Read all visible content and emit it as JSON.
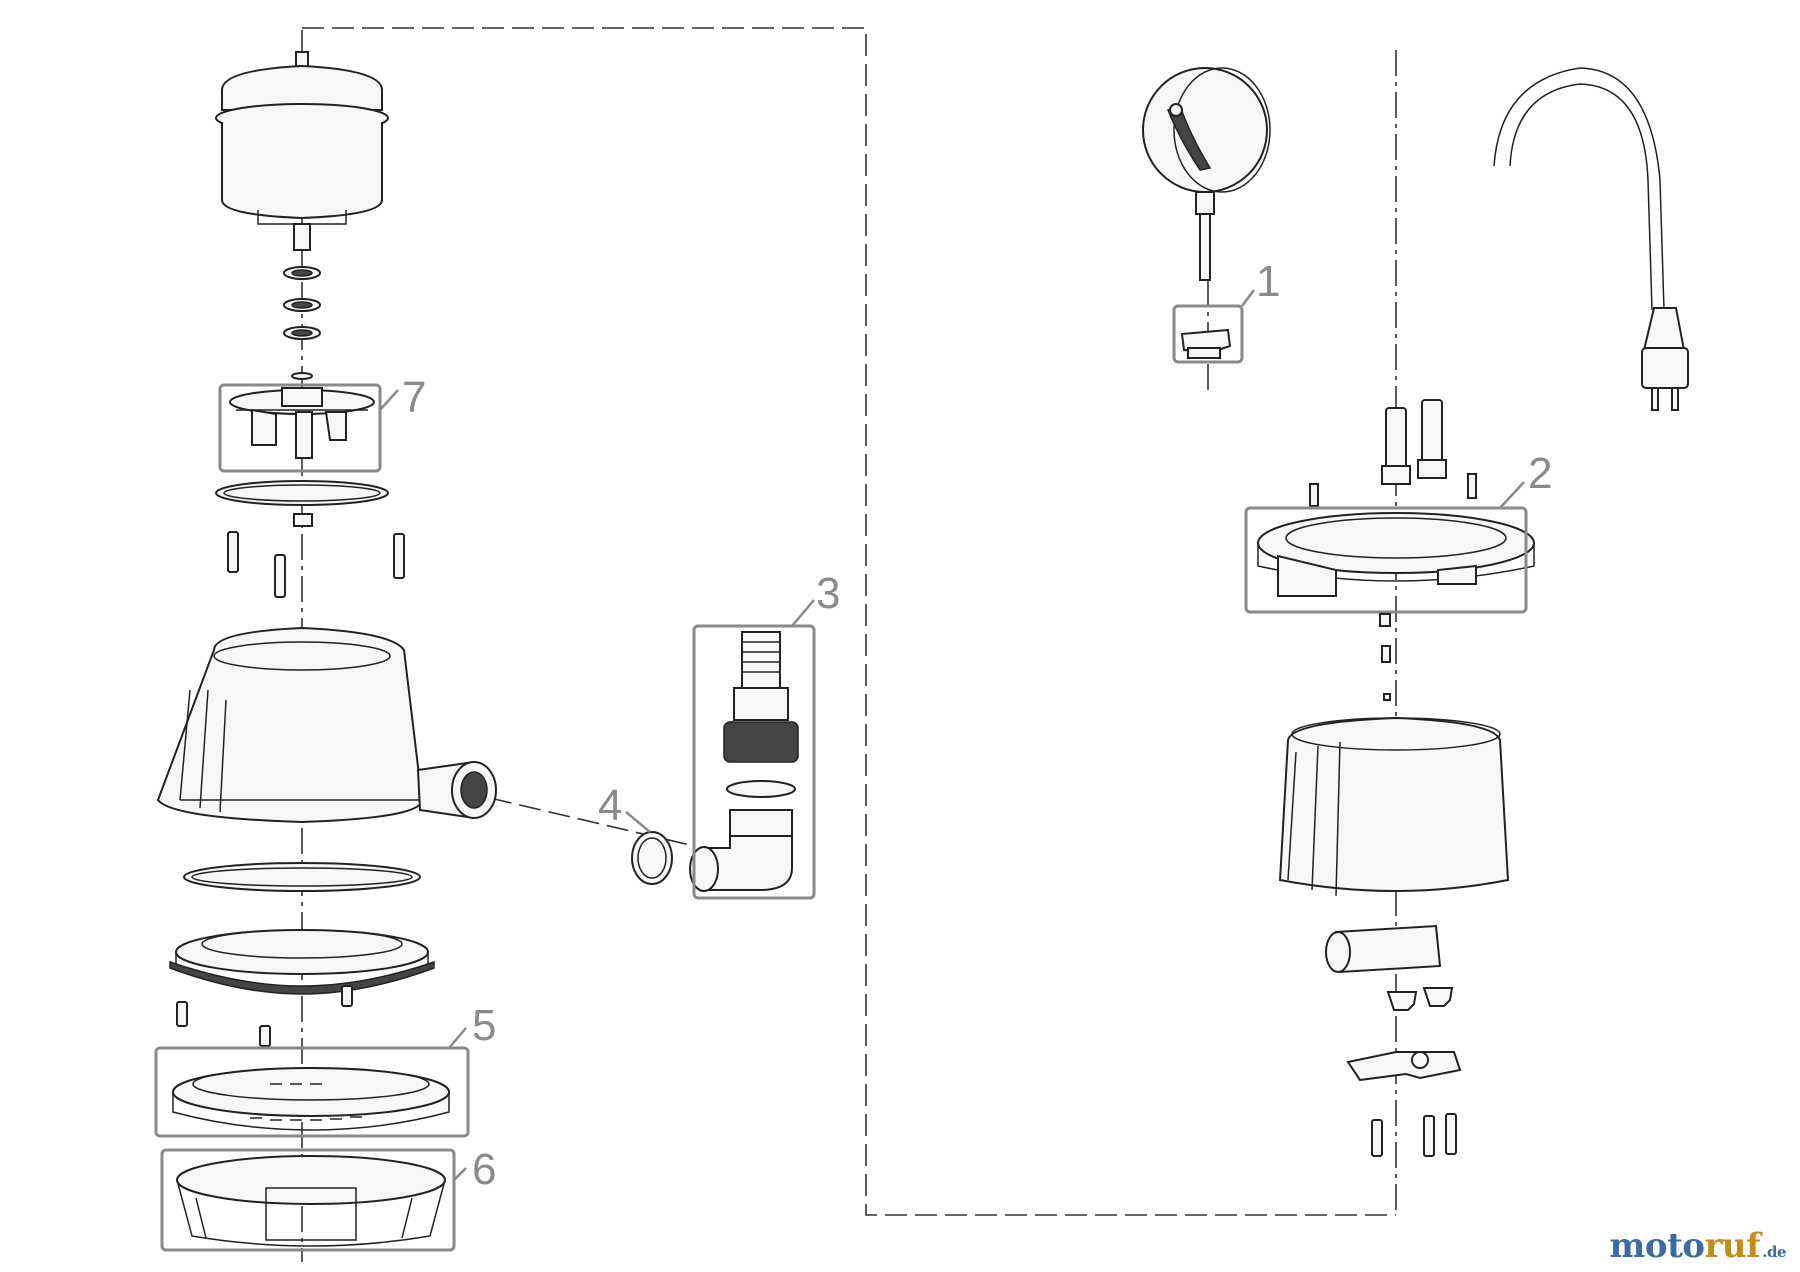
{
  "callouts": [
    {
      "number": "1"
    },
    {
      "number": "2"
    },
    {
      "number": "3"
    },
    {
      "number": "4"
    },
    {
      "number": "5"
    },
    {
      "number": "6"
    },
    {
      "number": "7"
    }
  ],
  "watermark": {
    "brand_part1": "moto",
    "brand_part2": "ruf",
    "tld": ".de"
  },
  "colors": {
    "line": "#222222",
    "callout": "#8a8a8a",
    "brand_blue": "#3c6aa8",
    "brand_orange": "#c98a1c"
  }
}
